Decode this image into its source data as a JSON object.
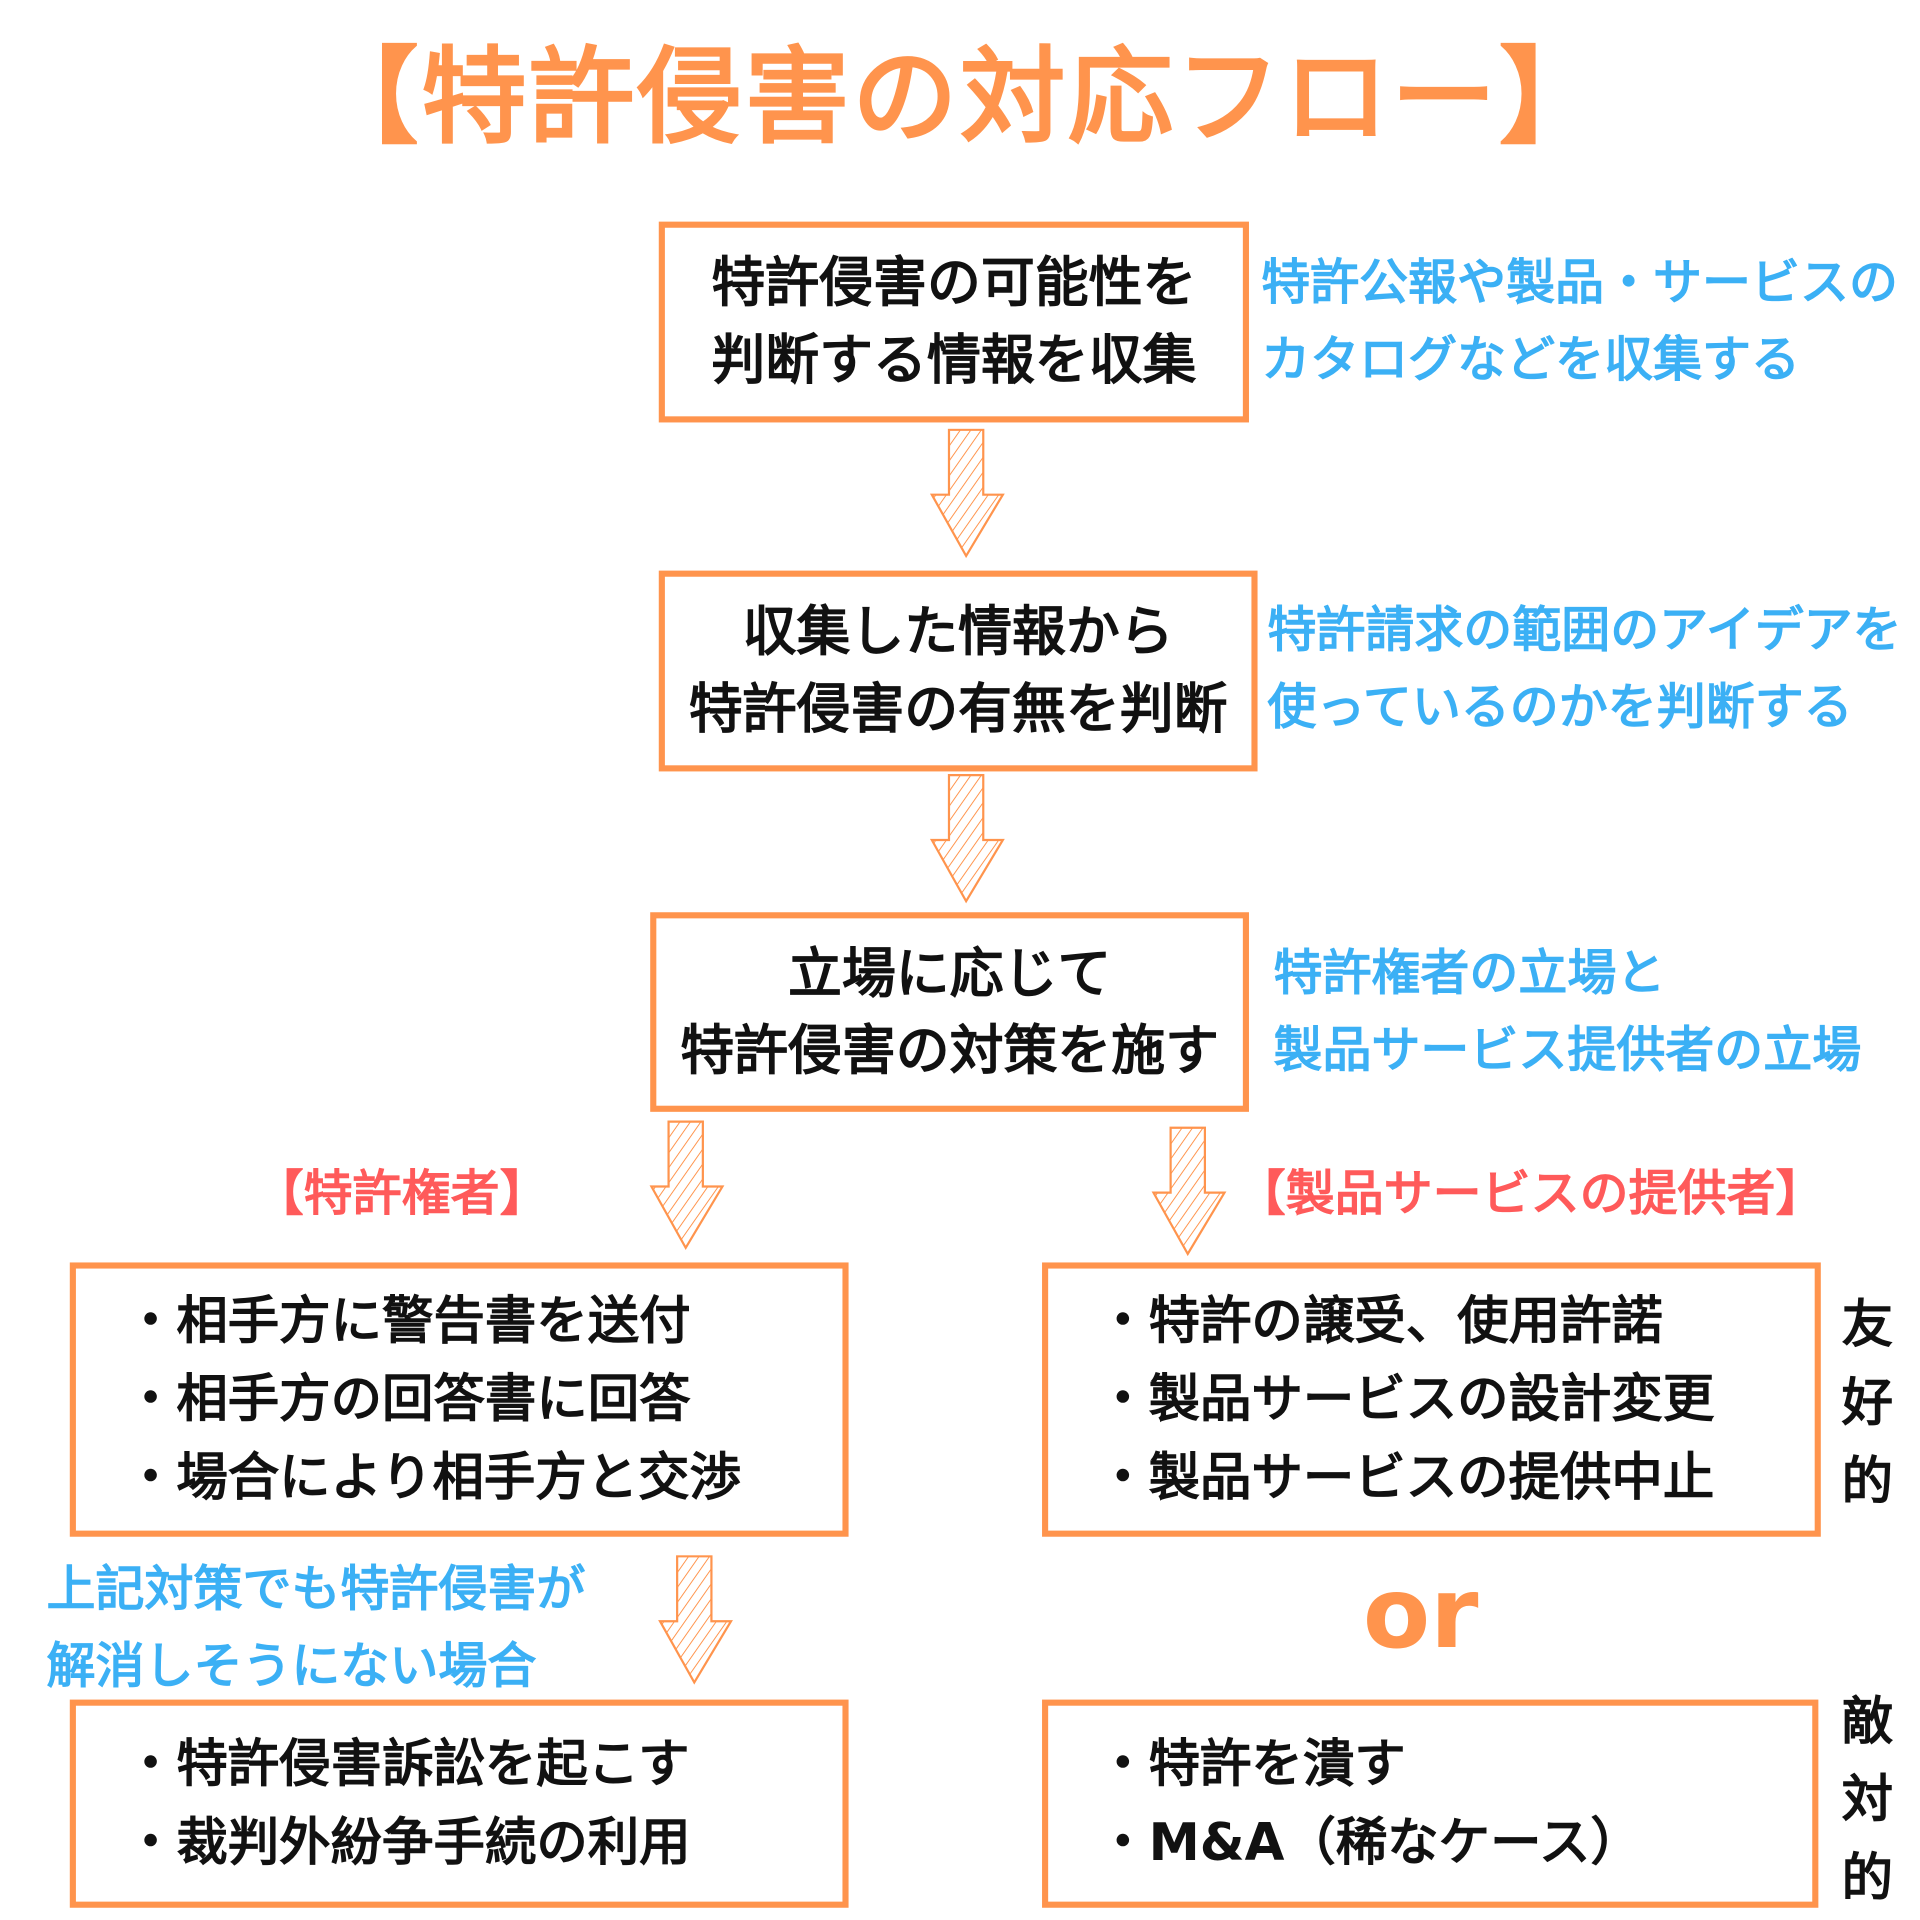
{
  "title": "【特許侵害の対応フロー】",
  "steps": [
    {
      "lines": [
        "特許侵害の可能性を",
        "判断する情報を収集"
      ],
      "note": [
        "特許公報や製品・サービスの",
        "カタログなどを収集する"
      ]
    },
    {
      "lines": [
        "収集した情報から",
        "特許侵害の有無を判断"
      ],
      "note": [
        "特許請求の範囲のアイデアを",
        "使っているのかを判断する"
      ]
    },
    {
      "lines": [
        "立場に応じて",
        "特許侵害の対策を施す"
      ],
      "note": [
        "特許権者の立場と",
        "製品サービス提供者の立場"
      ]
    }
  ],
  "patentee": {
    "label": "【特許権者】",
    "actions": [
      "・相手方に警告書を送付",
      "・相手方の回答書に回答",
      "・場合により相手方と交渉"
    ],
    "escalation_note": [
      "上記対策でも特許侵害が",
      "解消しそうにない場合"
    ],
    "escalated_actions": [
      "・特許侵害訴訟を起こす",
      "・裁判外紛争手続の利用"
    ]
  },
  "provider": {
    "label": "【製品サービスの提供者】",
    "friendly_actions": [
      "・特許の譲受、使用許諾",
      "・製品サービスの設計変更",
      "・製品サービスの提供中止"
    ],
    "friendly_label": [
      "友",
      "好",
      "的"
    ],
    "or_label": "or",
    "hostile_actions": [
      "・特許を潰す",
      "・M&A（稀なケース）"
    ],
    "hostile_label": [
      "敵",
      "対",
      "的"
    ]
  },
  "colors": {
    "accent": "#FF944D",
    "note": "#3BB0F5",
    "label": "#FF5A5A",
    "text": "#111111"
  }
}
